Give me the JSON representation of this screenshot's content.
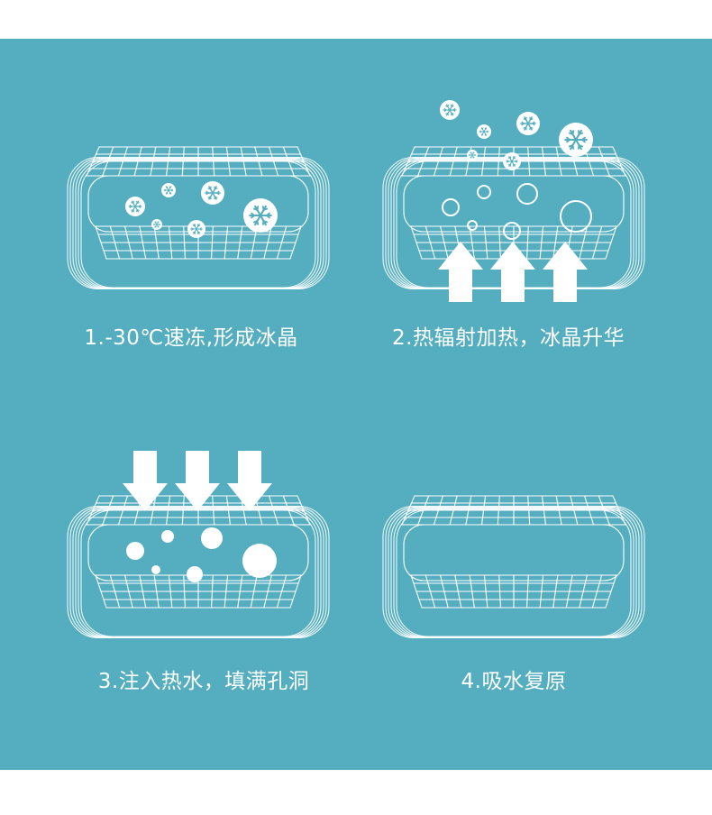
{
  "colors": {
    "panel_bg": "#54aebf",
    "page_bg": "#ffffff",
    "line": "#ffffff"
  },
  "steps": [
    {
      "number": "1",
      "caption": "1.-30℃速冻,形成冰晶",
      "graphic": "snowflake-icons-in-mesh"
    },
    {
      "number": "2",
      "caption": "2.热辐射加热，冰晶升华",
      "graphic": "rising-snowflakes-and-bubbles-with-up-arrows"
    },
    {
      "number": "3",
      "caption": "3.注入热水，填满孔洞",
      "graphic": "down-arrows-with-filled-dots"
    },
    {
      "number": "4",
      "caption": "4.吸水复原",
      "graphic": "empty-mesh"
    }
  ]
}
